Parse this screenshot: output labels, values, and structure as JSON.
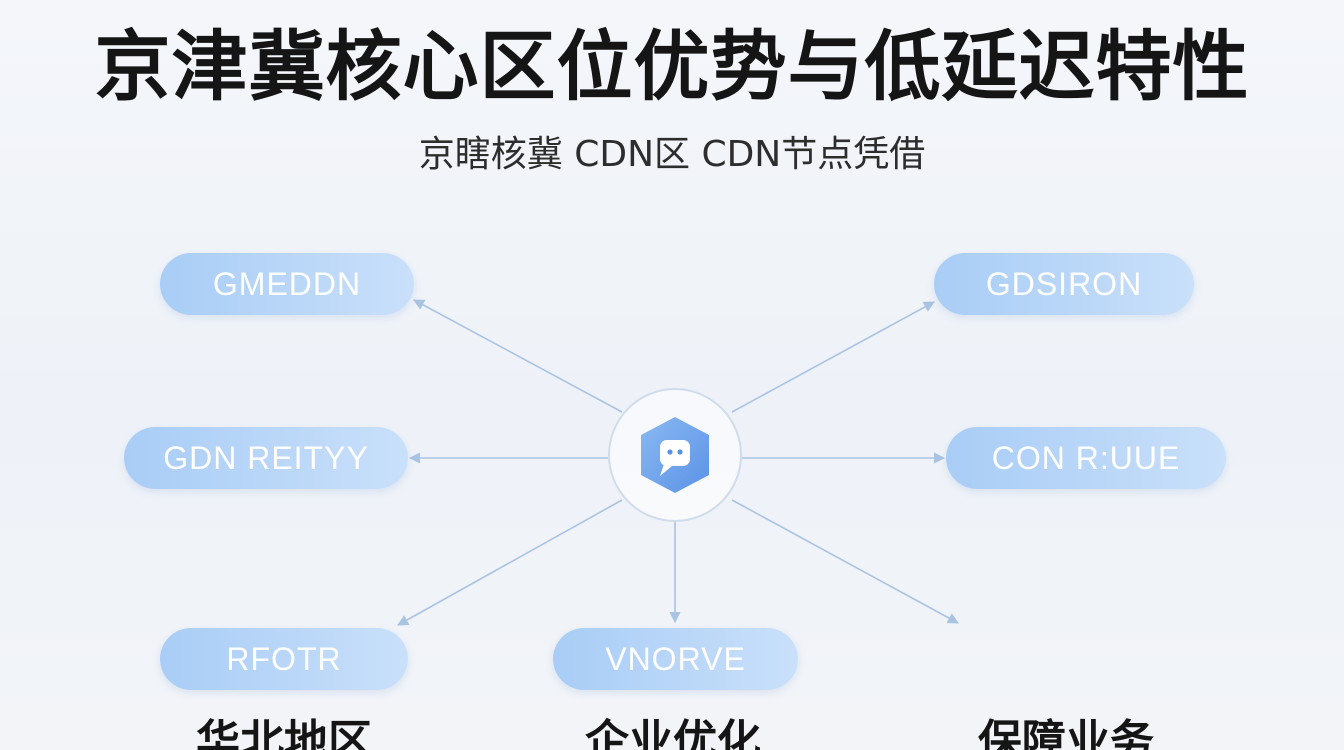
{
  "title": "京津冀核心区位优势与低延迟特性",
  "subtitle": "京瞎核冀 CDN区 CDN节点凭借",
  "nodes": {
    "top_left": "GMEDDN",
    "top_right": "GDSIRON",
    "mid_left": "GDN REITYY",
    "mid_right": "CON R:UUE",
    "bottom_left": "RFOTR",
    "bottom_center": "VNORVE"
  },
  "captions": {
    "left": "华北地区",
    "center": "企业优化",
    "right": "保障业务"
  },
  "colors": {
    "pill": "#b4d3f7",
    "connector": "#a9c3e3",
    "hub_icon": "#6fa3ea"
  },
  "icons": {
    "hub": "cdn-hub-icon"
  }
}
